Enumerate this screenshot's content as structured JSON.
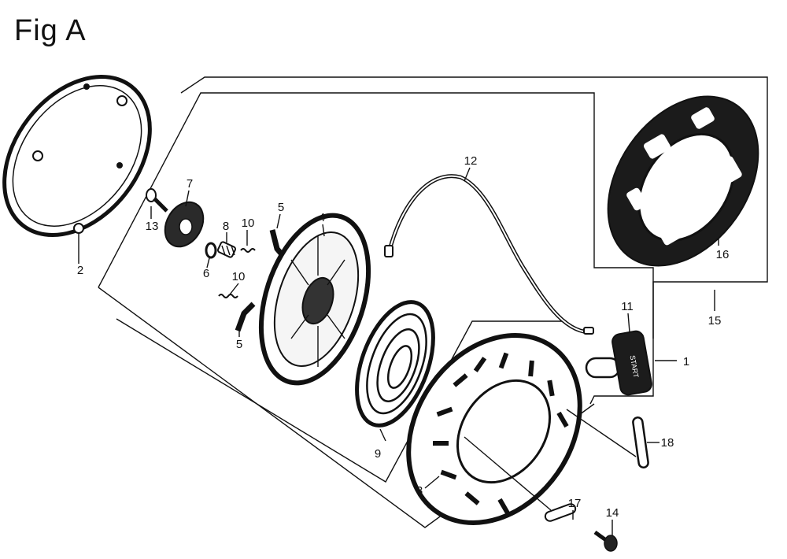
{
  "title": "Fig A",
  "callouts": {
    "c1": "1",
    "c2": "2",
    "c3": "3",
    "c4": "4",
    "c5a": "5",
    "c5b": "5",
    "c6": "6",
    "c7": "7",
    "c8": "8",
    "c9": "9",
    "c10a": "10",
    "c10b": "10",
    "c11": "11",
    "c12": "12",
    "c13": "13",
    "c14": "14",
    "c15": "15",
    "c16": "16",
    "c17": "17",
    "c18": "18"
  },
  "handle_text": "START"
}
